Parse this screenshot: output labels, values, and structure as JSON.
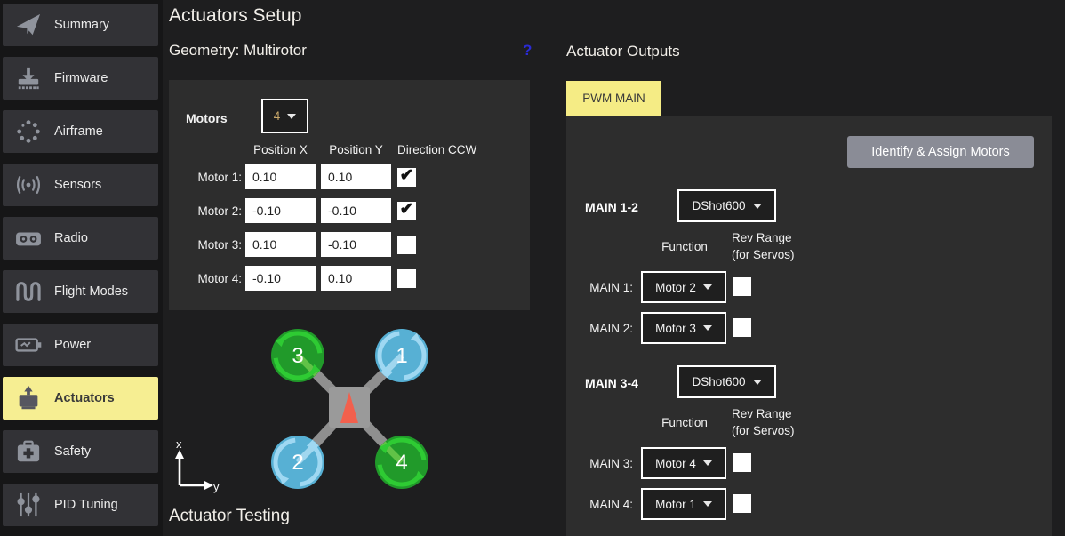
{
  "sidebar": {
    "items": [
      {
        "label": "Summary",
        "icon": "paper-plane-icon",
        "active": false
      },
      {
        "label": "Firmware",
        "icon": "firmware-download-icon",
        "active": false
      },
      {
        "label": "Airframe",
        "icon": "airframe-dots-icon",
        "active": false
      },
      {
        "label": "Sensors",
        "icon": "signal-icon",
        "active": false
      },
      {
        "label": "Radio",
        "icon": "radio-icon",
        "active": false
      },
      {
        "label": "Flight Modes",
        "icon": "wave-icon",
        "active": false
      },
      {
        "label": "Power",
        "icon": "battery-icon",
        "active": false
      },
      {
        "label": "Actuators",
        "icon": "motor-icon",
        "active": true
      },
      {
        "label": "Safety",
        "icon": "first-aid-icon",
        "active": false
      },
      {
        "label": "PID Tuning",
        "icon": "sliders-icon",
        "active": false
      }
    ]
  },
  "header": {
    "title": "Actuators Setup",
    "geometry_label": "Geometry: Multirotor",
    "help_label": "?"
  },
  "motors_panel": {
    "motors_label": "Motors",
    "motor_count": "4",
    "columns": {
      "x": "Position X",
      "y": "Position Y",
      "ccw": "Direction CCW"
    },
    "rows": [
      {
        "label": "Motor 1:",
        "x": "0.10",
        "y": "0.10",
        "ccw": true
      },
      {
        "label": "Motor 2:",
        "x": "-0.10",
        "y": "-0.10",
        "ccw": true
      },
      {
        "label": "Motor 3:",
        "x": "0.10",
        "y": "-0.10",
        "ccw": false
      },
      {
        "label": "Motor 4:",
        "x": "-0.10",
        "y": "0.10",
        "ccw": false
      }
    ]
  },
  "diagram": {
    "motors": [
      {
        "num": "1",
        "color": "blue",
        "position": "top-right"
      },
      {
        "num": "2",
        "color": "blue",
        "position": "bottom-left"
      },
      {
        "num": "3",
        "color": "green",
        "position": "top-left"
      },
      {
        "num": "4",
        "color": "green",
        "position": "bottom-right"
      }
    ],
    "axis": {
      "x": "x",
      "y": "y"
    }
  },
  "testing_title": "Actuator Testing",
  "outputs": {
    "title": "Actuator Outputs",
    "tab_label": "PWM MAIN",
    "identify_button": "Identify & Assign Motors",
    "function_header": "Function",
    "rev_header_line1": "Rev Range",
    "rev_header_line2": "(for Servos)",
    "groups": [
      {
        "label": "MAIN 1-2",
        "protocol": "DShot600",
        "rows": [
          {
            "label": "MAIN 1:",
            "function": "Motor 2",
            "rev": false
          },
          {
            "label": "MAIN 2:",
            "function": "Motor 3",
            "rev": false
          }
        ]
      },
      {
        "label": "MAIN 3-4",
        "protocol": "DShot600",
        "rows": [
          {
            "label": "MAIN 3:",
            "function": "Motor 4",
            "rev": false
          },
          {
            "label": "MAIN 4:",
            "function": "Motor 1",
            "rev": false
          }
        ]
      }
    ]
  },
  "colors": {
    "accent_yellow": "#f5ec85",
    "motor_blue": "#57b0d4",
    "motor_green": "#219a2a",
    "heading_red_arrow": "#f2604d",
    "help_blue": "#2b2bd4",
    "identify_button_gray": "#8a8c96",
    "panel_gray": "#2d2d2d"
  }
}
